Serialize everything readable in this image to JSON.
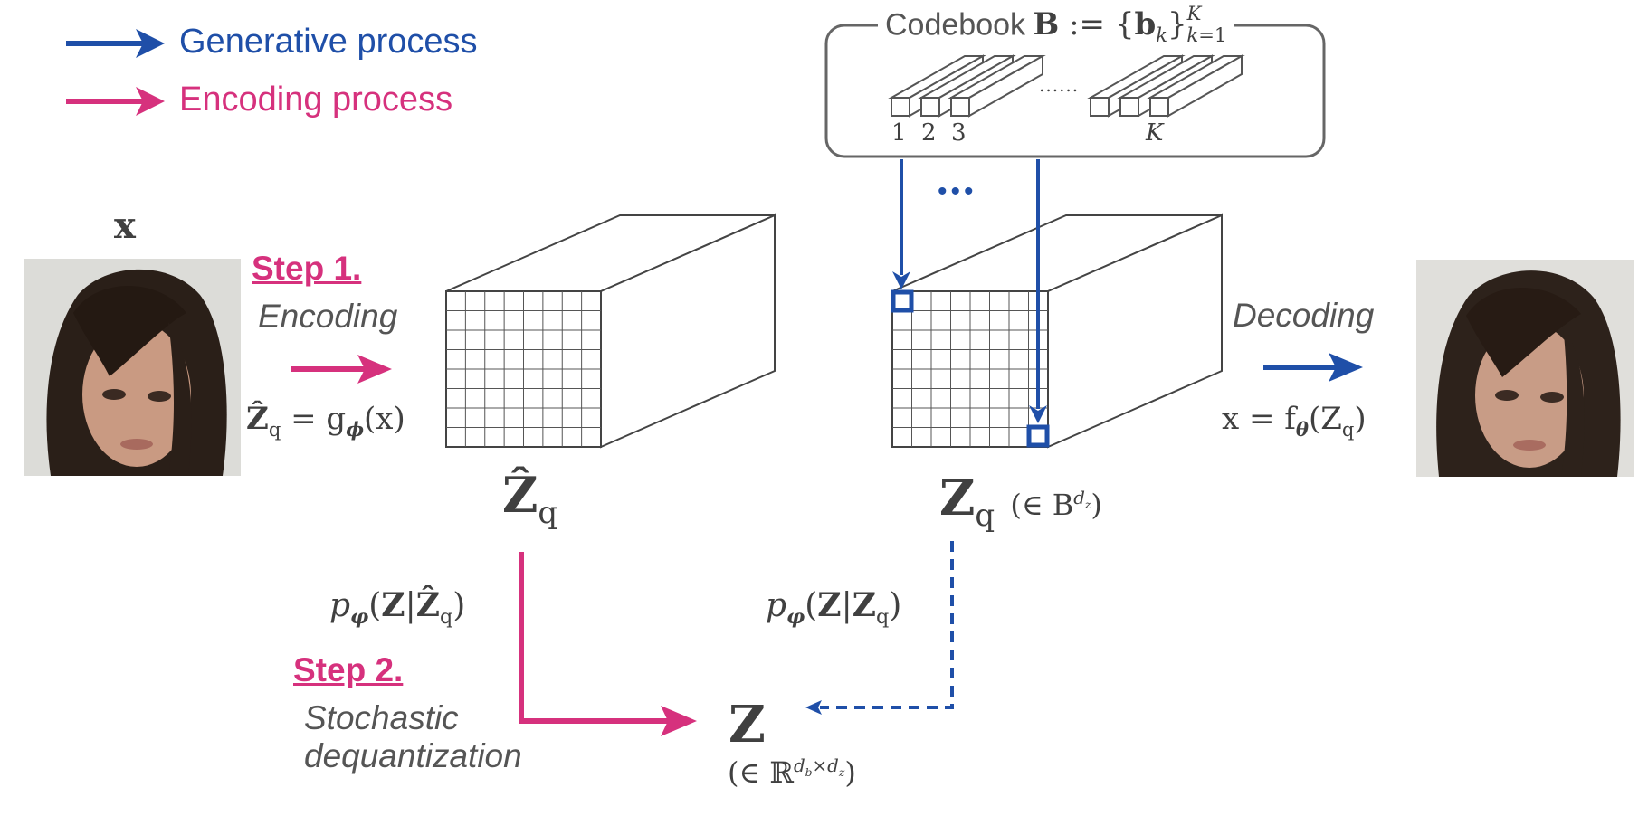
{
  "legend": {
    "generative_label": "Generative process",
    "encoding_label": "Encoding process",
    "generative_color": "#1f4fa8",
    "encoding_color": "#d6317d"
  },
  "codebook": {
    "title_text": "Codebook",
    "index_labels": [
      "1",
      "2",
      "3",
      "K"
    ],
    "ellipsis": "......"
  },
  "input_image": {
    "label": "x"
  },
  "step1": {
    "title": "Step 1.",
    "subtitle": "Encoding",
    "formula_rhs": "= g",
    "formula_arg": "(x)"
  },
  "zq_hat_label": "Ẑ",
  "zq_label": "Z",
  "zq_note": "(∈ B",
  "dots": "•••",
  "decoding": {
    "label": "Decoding",
    "formula_lhs": "x = f",
    "formula_arg": "(Z"
  },
  "step2": {
    "title": "Step 2.",
    "subtitle_line1": "Stochastic",
    "subtitle_line2": "dequantization"
  },
  "posterior_hat": "p",
  "posterior": "p",
  "z_label": "Z",
  "z_domain": "(∈ ℝ"
}
